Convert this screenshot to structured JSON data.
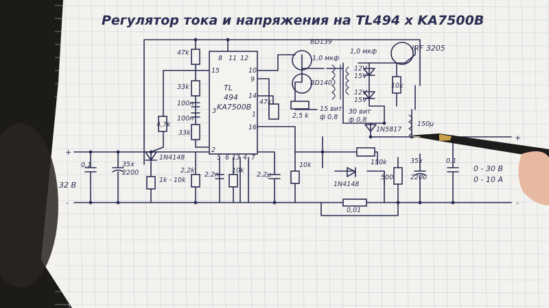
{
  "title": "Регулятор тока и напряжения на TL494 x KA7500B",
  "ic": {
    "line1": "TL",
    "line2": "494",
    "line3": "KA7500B",
    "pins_top": [
      "8",
      "11",
      "12"
    ],
    "pin_15": "15",
    "pin_16": "16",
    "pin_1": "1",
    "pin_2": "2",
    "pin_3": "3",
    "pin_9": "9",
    "pin_10": "10",
    "pin_14": "14",
    "pins_bottom": [
      "5",
      "6",
      "13",
      "4",
      "7"
    ]
  },
  "left_labels": {
    "r47k": "47k",
    "r33k_a": "33k",
    "c100n": "100н",
    "c100n_b": "100н",
    "r33k_b": "33k",
    "r4k7": "4,7k",
    "diode1": "1N4148",
    "pot": "1k - 10k",
    "r2k2": "2,2k",
    "c2n2": "2,2n",
    "r10k_a": "10k",
    "c2u2": "2,2μ",
    "r47k_b": "47k"
  },
  "input": {
    "c1": "0,1",
    "c2_top": "35x",
    "c2_bot": "2200",
    "voltage": "32 B",
    "plus": "+",
    "minus": "-"
  },
  "driver": {
    "q1": "BD139",
    "q2": "BD140",
    "c_a": "1,0 мкф",
    "c_b": "1,0 мкф",
    "r2k5": "2,5 k",
    "t1_a": "15 вит",
    "t1_b": "ф 0,8",
    "t2_a": "30 вит",
    "t2_b": "ф 0,8",
    "z1": "12V",
    "z1b": "15V",
    "z2": "12V",
    "z2b": "15V",
    "r10k": "10k",
    "mosfet": "IRF 3205",
    "schottky": "1N5817",
    "inductor": "150μ"
  },
  "output": {
    "r10k": "10k",
    "pot150k": "150k",
    "diode2": "1N4148",
    "pot500": "500",
    "shunt": "0,01",
    "c3_top": "35x",
    "c3_bot": "2200",
    "c4": "0,1",
    "volt": "0 - 30 B",
    "amp": "0 - 10 A",
    "plus": "+",
    "minus": "-"
  }
}
